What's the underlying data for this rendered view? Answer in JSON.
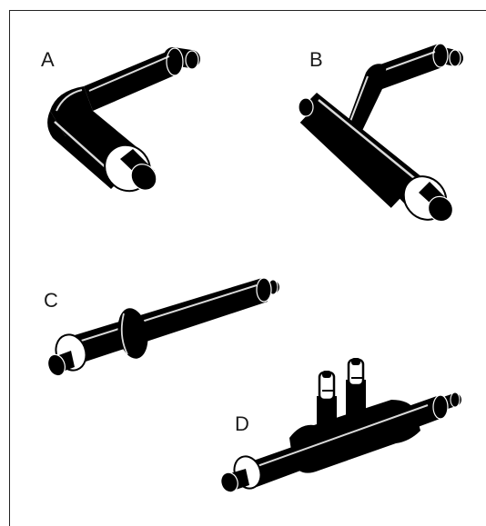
{
  "figure": {
    "panels": [
      {
        "id": "a",
        "label": "A",
        "item": "elbow-pipe-fitting"
      },
      {
        "id": "b",
        "label": "B",
        "item": "branch-tee-pipe-fitting"
      },
      {
        "id": "c",
        "label": "C",
        "item": "straight-pipe-with-collar"
      },
      {
        "id": "d",
        "label": "D",
        "item": "pipe-with-twin-risers"
      }
    ],
    "colors": {
      "pipe": "#000000",
      "insulation": "#ffffff",
      "frame": "#222222"
    }
  }
}
